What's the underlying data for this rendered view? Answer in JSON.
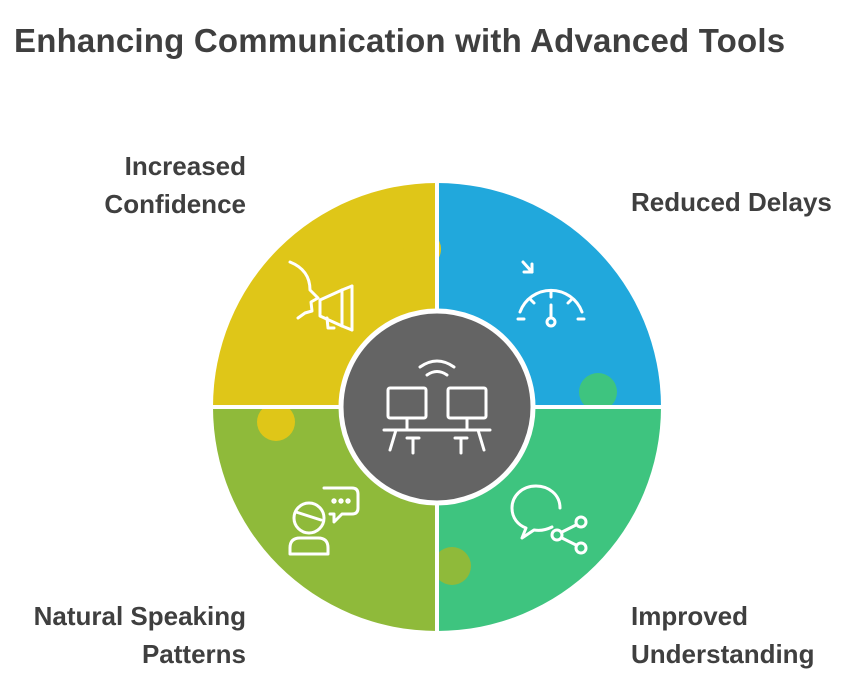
{
  "title": "Enhancing Communication with Advanced Tools",
  "colors": {
    "top_left": "#dfc618",
    "top_right": "#21a8dc",
    "bottom_right": "#3ec47f",
    "bottom_left": "#8fba3a",
    "center": "#646464",
    "text": "#3f3f3f"
  },
  "segments": [
    {
      "id": "top-left",
      "lines": [
        "Increased",
        "Confidence"
      ],
      "icon": "speaking-megaphone-icon"
    },
    {
      "id": "top-right",
      "lines": [
        "Reduced Delays"
      ],
      "icon": "speedometer-icon"
    },
    {
      "id": "bottom-right",
      "lines": [
        "Improved",
        "Understanding"
      ],
      "icon": "chat-share-icon"
    },
    {
      "id": "bottom-left",
      "lines": [
        "Natural Speaking",
        "Patterns"
      ],
      "icon": "person-chat-icon"
    }
  ],
  "center": {
    "icon": "connected-workstations-icon"
  }
}
